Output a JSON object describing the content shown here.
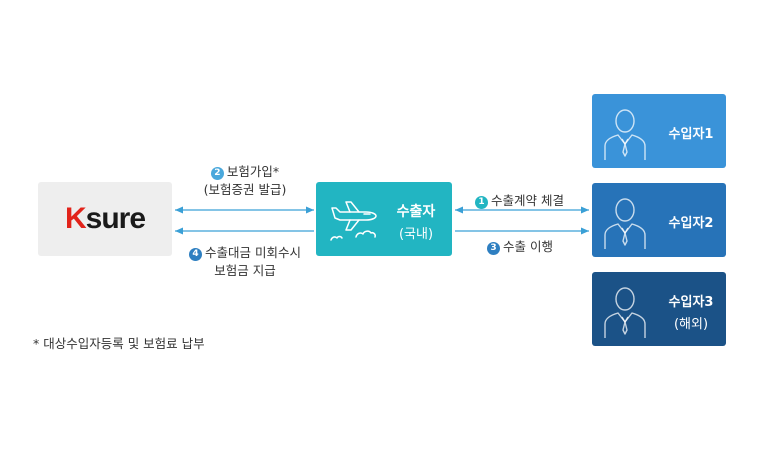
{
  "ksure": {
    "logo_k": "K",
    "logo_rest": "sure"
  },
  "exporter": {
    "name": "수출자",
    "sub": "(국내)"
  },
  "importers": [
    {
      "name": "수입자1",
      "sub": ""
    },
    {
      "name": "수입자2",
      "sub": ""
    },
    {
      "name": "수입자3",
      "sub": "(해외)"
    }
  ],
  "steps": {
    "s1": {
      "num": "1",
      "text": "수출계약 체결"
    },
    "s2": {
      "num": "2",
      "line1": "보험가입*",
      "line2": "(보험증권 발급)"
    },
    "s3": {
      "num": "3",
      "text": "수출 이행"
    },
    "s4": {
      "num": "4",
      "line1": "수출대금 미회수시",
      "line2": "보험금 지급"
    }
  },
  "footnote": "* 대상수입자등록 및 보험료 납부",
  "colors": {
    "exporter": "#22b5c2",
    "importer1": "#3a93d9",
    "importer2": "#2773b8",
    "importer3": "#1b5287",
    "arrow": "#3aa0d6",
    "ksure_red": "#e2231a"
  }
}
